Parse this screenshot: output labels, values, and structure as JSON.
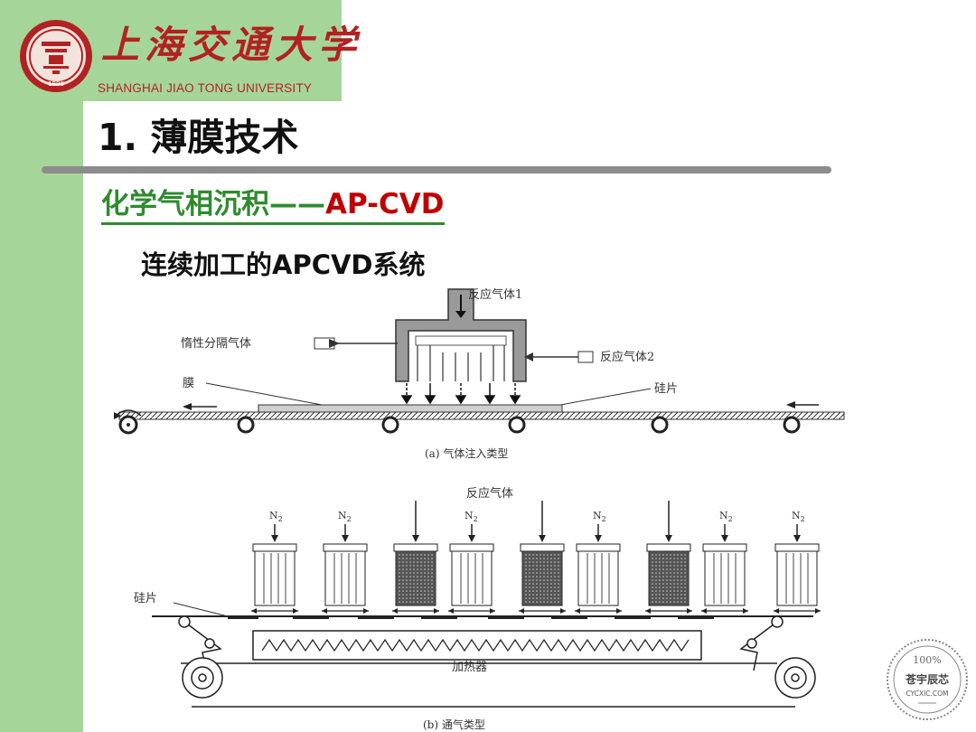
{
  "header": {
    "university_cn": "上海交通大学",
    "university_en": "SHANGHAI JIAO TONG UNIVERSITY",
    "seal_year": "1896"
  },
  "slide": {
    "title": "1. 薄膜技术",
    "section_heading_part1": "化学气相沉积——",
    "section_heading_part2": "AP-CVD",
    "sub_heading": "连续加工的APCVD系统"
  },
  "diagram_a": {
    "label_reactant1": "反应气体1",
    "label_inert": "惰性分隔气体",
    "label_reactant2": "反应气体2",
    "label_film": "膜",
    "label_wafer": "硅片",
    "caption": "(a) 气体注入类型"
  },
  "diagram_b": {
    "label_reactant": "反应气体",
    "label_n2": "N",
    "label_n2_sub": "2",
    "label_wafer": "硅片",
    "label_heater": "加热器",
    "caption": "(b) 通气类型"
  },
  "watermark": {
    "percent": "100%",
    "name": "苍宇辰芯",
    "domain": "CYCXIC.COM"
  },
  "colors": {
    "band_green": "#a6d59a",
    "brand_red": "#b22222",
    "heading_green": "#2e8b2e",
    "heading_red": "#c00000"
  }
}
